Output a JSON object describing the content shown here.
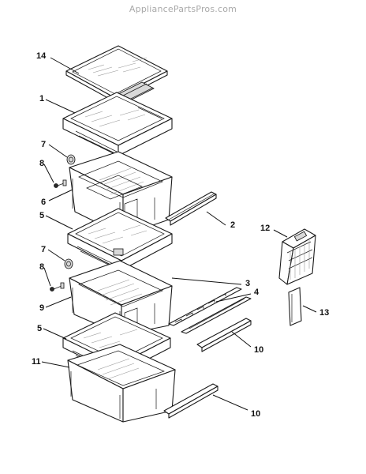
{
  "watermark": "AppliancePartsPros.com",
  "callouts": [
    {
      "id": "c14",
      "text": "14"
    },
    {
      "id": "c1",
      "text": "1"
    },
    {
      "id": "c7a",
      "text": "7"
    },
    {
      "id": "c8a",
      "text": "8"
    },
    {
      "id": "c6",
      "text": "6"
    },
    {
      "id": "c2",
      "text": "2"
    },
    {
      "id": "c5a",
      "text": "5"
    },
    {
      "id": "c7b",
      "text": "7"
    },
    {
      "id": "c8b",
      "text": "8"
    },
    {
      "id": "c9",
      "text": "9"
    },
    {
      "id": "c3",
      "text": "3"
    },
    {
      "id": "c4",
      "text": "4"
    },
    {
      "id": "c12",
      "text": "12"
    },
    {
      "id": "c13",
      "text": "13"
    },
    {
      "id": "c5b",
      "text": "5"
    },
    {
      "id": "c11",
      "text": "11"
    },
    {
      "id": "c10a",
      "text": "10"
    },
    {
      "id": "c10b",
      "text": "10"
    }
  ]
}
